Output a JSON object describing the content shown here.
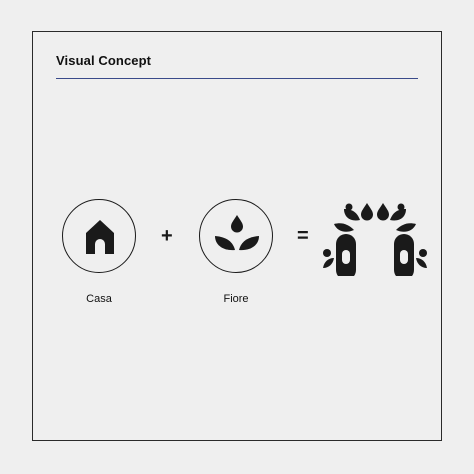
{
  "header": {
    "title": "Visual Concept"
  },
  "concept": {
    "items": [
      {
        "label": "Casa",
        "icon": "house-icon"
      },
      {
        "label": "Fiore",
        "icon": "flower-icon"
      }
    ],
    "plus_symbol": "+",
    "equals_symbol": "=",
    "result_icon": "logo-arch-icon"
  },
  "colors": {
    "background": "#efefef",
    "ink": "#1a1a1a",
    "rule": "#3a4a8a"
  }
}
